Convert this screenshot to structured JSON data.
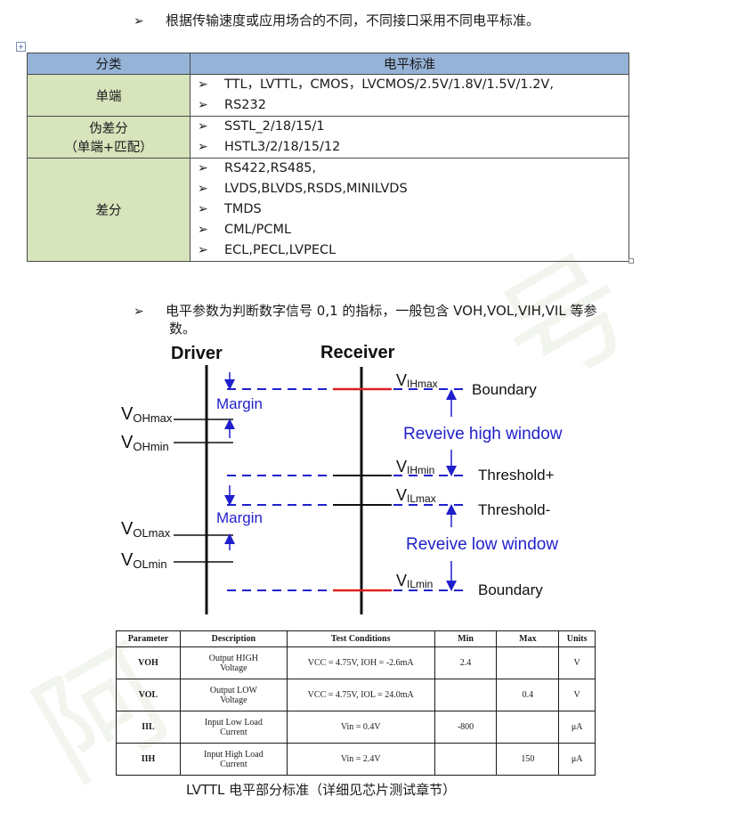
{
  "intro_bullet": "根据传输速度或应用场合的不同，不同接口采用不同电平标准。",
  "table": {
    "headers": [
      "分类",
      "电平标准"
    ],
    "rows": [
      {
        "category": [
          "单端"
        ],
        "items": [
          "TTL，LVTTL，CMOS，LVCMOS/2.5V/1.8V/1.5V/1.2V,",
          "RS232"
        ]
      },
      {
        "category": [
          "伪差分",
          "（单端+匹配）"
        ],
        "items": [
          "SSTL_2/18/15/1",
          "HSTL3/2/18/15/12"
        ]
      },
      {
        "category": [
          "差分"
        ],
        "items": [
          "RS422,RS485,",
          "LVDS,BLVDS,RSDS,MINILVDS",
          "TMDS",
          "CML/PCML",
          "ECL,PECL,LVPECL"
        ]
      }
    ]
  },
  "param_bullet": {
    "line1": "电平参数为判断数字信号 0,1 的指标，一般包含 VOH,VOL,VIH,VIL 等参",
    "line2": "数。"
  },
  "diagram": {
    "driver_label": "Driver",
    "receiver_label": "Receiver",
    "voh_max": {
      "main": "V",
      "sub": "OHmax"
    },
    "voh_min": {
      "main": "V",
      "sub": "OHmin"
    },
    "vol_max": {
      "main": "V",
      "sub": "OLmax"
    },
    "vol_min": {
      "main": "V",
      "sub": "OLmin"
    },
    "vih_max": {
      "main": "V",
      "sub": "IHmax"
    },
    "vih_min": {
      "main": "V",
      "sub": "IHmin"
    },
    "vil_max": {
      "main": "V",
      "sub": "ILmax"
    },
    "vil_min": {
      "main": "V",
      "sub": "ILmin"
    },
    "margin_top": "Margin",
    "margin_bottom": "Margin",
    "boundary_top": "Boundary",
    "threshold_plus": "Threshold+",
    "threshold_minus": "Threshold-",
    "boundary_bottom": "Boundary",
    "high_window": "Reveive high window",
    "low_window": "Reveive low window",
    "colors": {
      "blue": "#1f1fcc",
      "red": "#e02020",
      "black": "#111111"
    }
  },
  "param_table": {
    "headers": [
      "Parameter",
      "Description",
      "Test Conditions",
      "Min",
      "Max",
      "Units"
    ],
    "rows": [
      {
        "param": "VOH",
        "desc": [
          "Output HIGH",
          "Voltage"
        ],
        "cond": "VCC = 4.75V, IOH = -2.6mA",
        "min": "2.4",
        "max": "",
        "units": "V"
      },
      {
        "param": "VOL",
        "desc": [
          "Output LOW",
          "Voltage"
        ],
        "cond": "VCC = 4.75V, IOL = 24.0mA",
        "min": "",
        "max": "0.4",
        "units": "V"
      },
      {
        "param": "IIL",
        "desc": [
          "Input Low Load",
          "Current"
        ],
        "cond": "Vin = 0.4V",
        "min": "-800",
        "max": "",
        "units": "μA"
      },
      {
        "param": "IIH",
        "desc": [
          "Input High Load",
          "Current"
        ],
        "cond": "Vin = 2.4V",
        "min": "",
        "max": "150",
        "units": "μA"
      }
    ]
  },
  "caption": "LVTTL 电平部分标准（详细见芯片测试章节）",
  "bullet_glyph": "➢"
}
